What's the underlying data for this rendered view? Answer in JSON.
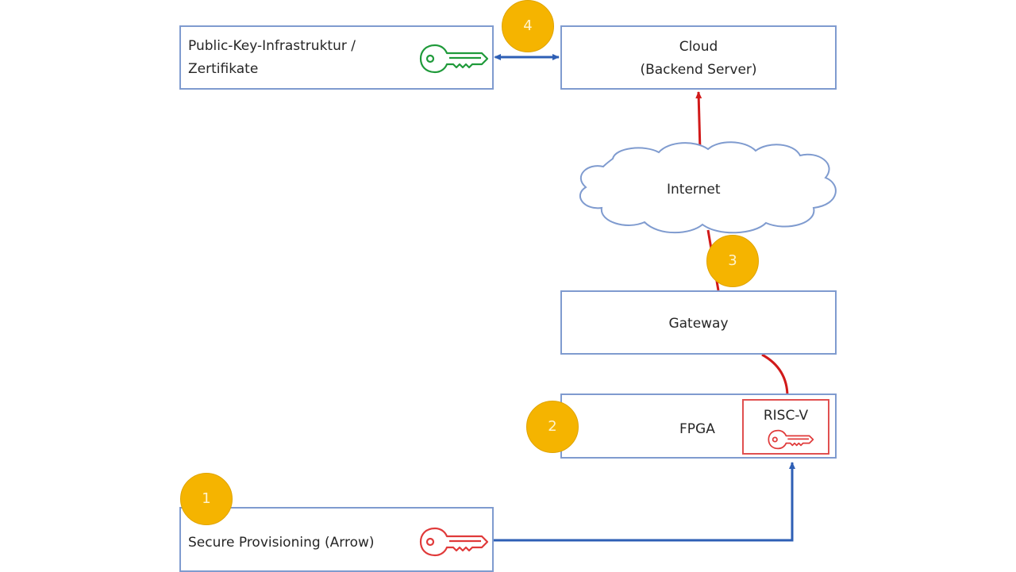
{
  "diagram": {
    "nodes": {
      "pki": {
        "line1": "Public-Key-Infrastruktur /",
        "line2": "Zertifikate",
        "key_icon": "key-icon",
        "key_color": "#1f9a3a"
      },
      "cloud": {
        "line1": "Cloud",
        "line2": "(Backend Server)"
      },
      "internet": {
        "label": "Internet"
      },
      "gateway": {
        "label": "Gateway"
      },
      "fpga": {
        "label": "FPGA"
      },
      "riscv": {
        "label": "RISC-V",
        "key_icon": "key-icon",
        "key_color": "#e03a3a"
      },
      "provisioning": {
        "label": "Secure Provisioning (Arrow)",
        "key_icon": "key-icon",
        "key_color": "#e03a3a"
      }
    },
    "badges": [
      "1",
      "2",
      "3",
      "4"
    ],
    "connections": [
      {
        "from": "pki",
        "to": "cloud",
        "type": "bidirectional",
        "color": "#2e5fb5"
      },
      {
        "from": "provisioning",
        "to": "riscv",
        "type": "directed",
        "color": "#2e5fb5"
      },
      {
        "from": "riscv",
        "to": "gateway",
        "type": "link",
        "color": "#d11a1a"
      },
      {
        "from": "gateway",
        "to": "internet",
        "type": "link",
        "color": "#d11a1a"
      },
      {
        "from": "internet",
        "to": "cloud",
        "type": "directed",
        "color": "#d11a1a"
      }
    ],
    "colors": {
      "box_border": "#7f9bcf",
      "badge_fill": "#f5b400",
      "blue_line": "#2e5fb5",
      "red_line": "#d11a1a",
      "riscv_border": "#e05050"
    }
  }
}
